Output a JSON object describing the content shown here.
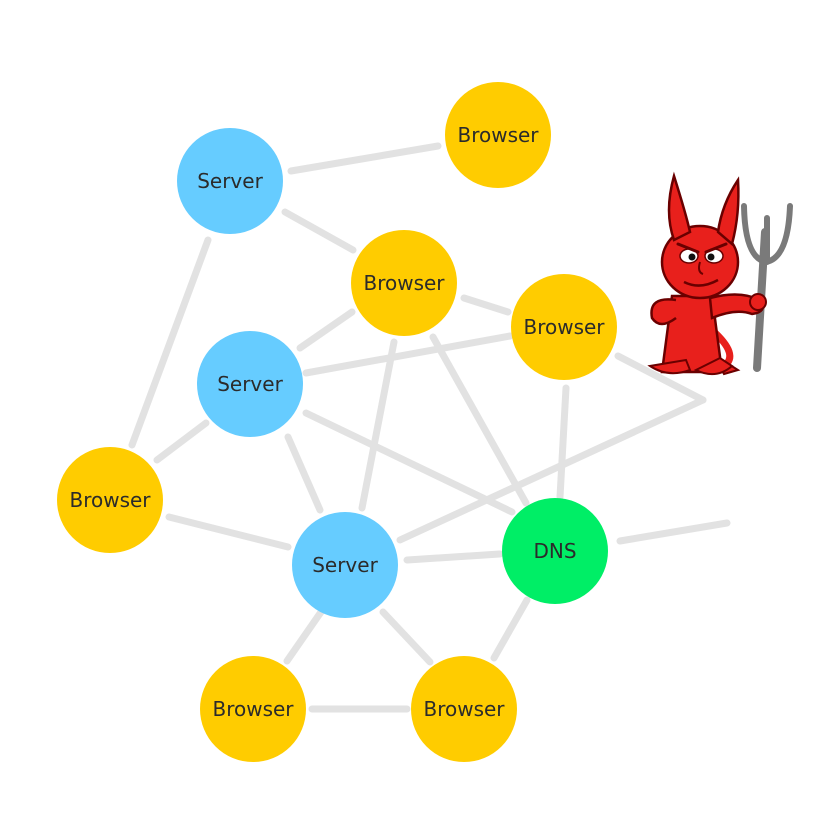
{
  "colors": {
    "server": "#66ccff",
    "browser": "#ffcc00",
    "dns": "#00ee66",
    "edge": "#e2e2e2",
    "label": "#2b2b2b",
    "mascot_body": "#e8201c",
    "mascot_outline": "#6a0000",
    "pitchfork": "#7a7a7a"
  },
  "nodes": {
    "browser_top": {
      "label": "Browser",
      "kind": "browser"
    },
    "server_top": {
      "label": "Server",
      "kind": "server"
    },
    "browser_mid": {
      "label": "Browser",
      "kind": "browser"
    },
    "browser_right": {
      "label": "Browser",
      "kind": "browser"
    },
    "server_mid": {
      "label": "Server",
      "kind": "server"
    },
    "browser_left": {
      "label": "Browser",
      "kind": "browser"
    },
    "server_bottom": {
      "label": "Server",
      "kind": "server"
    },
    "dns": {
      "label": "DNS",
      "kind": "dns"
    },
    "browser_bottom_left": {
      "label": "Browser",
      "kind": "browser"
    },
    "browser_bottom_right": {
      "label": "Browser",
      "kind": "browser"
    }
  },
  "mascot": {
    "icon": "devil-mascot-icon",
    "depicts": "red devil holding a pitchfork"
  }
}
